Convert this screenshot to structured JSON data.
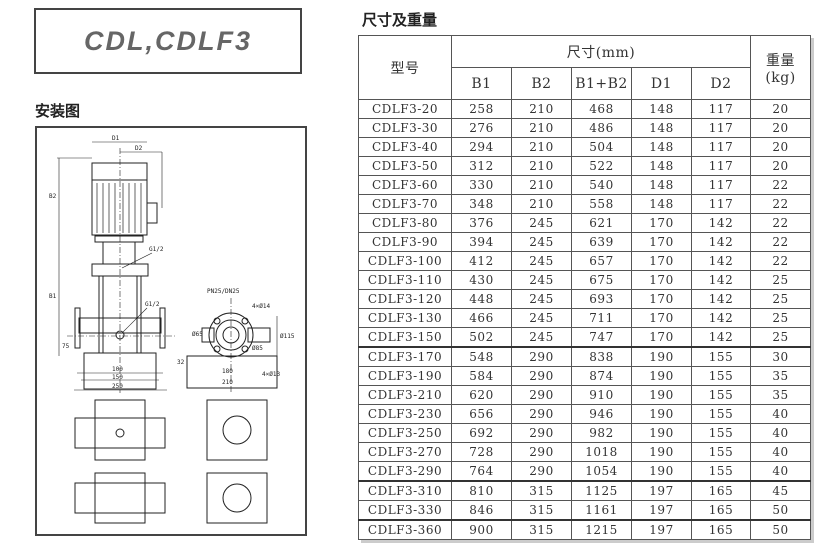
{
  "title": "CDL,CDLF3",
  "install_heading": "安装图",
  "table_heading": "尺寸及重量",
  "drawing_labels": {
    "d1": "D1",
    "d2": "D2",
    "b1": "B1",
    "b2": "B2",
    "g1": "G1/2",
    "g2": "G1/2",
    "flange": "PN25/DN25",
    "holes14": "4×Ø14",
    "holes13": "4×Ø13",
    "w100": "100",
    "w150": "150",
    "w250": "250",
    "h75": "75",
    "h32": "32",
    "w180": "180",
    "w210": "210",
    "d65": "Ø65",
    "d85": "Ø85",
    "d115": "Ø115"
  },
  "table": {
    "headers": {
      "model": "型号",
      "dims": "尺寸(mm)",
      "weight": "重量\n(kg)",
      "cols": [
        "B1",
        "B2",
        "B1+B2",
        "D1",
        "D2"
      ]
    },
    "rows": [
      [
        "CDLF3-20",
        "258",
        "210",
        "468",
        "148",
        "117",
        "20"
      ],
      [
        "CDLF3-30",
        "276",
        "210",
        "486",
        "148",
        "117",
        "20"
      ],
      [
        "CDLF3-40",
        "294",
        "210",
        "504",
        "148",
        "117",
        "20"
      ],
      [
        "CDLF3-50",
        "312",
        "210",
        "522",
        "148",
        "117",
        "20"
      ],
      [
        "CDLF3-60",
        "330",
        "210",
        "540",
        "148",
        "117",
        "22"
      ],
      [
        "CDLF3-70",
        "348",
        "210",
        "558",
        "148",
        "117",
        "22"
      ],
      [
        "CDLF3-80",
        "376",
        "245",
        "621",
        "170",
        "142",
        "22"
      ],
      [
        "CDLF3-90",
        "394",
        "245",
        "639",
        "170",
        "142",
        "22"
      ],
      [
        "CDLF3-100",
        "412",
        "245",
        "657",
        "170",
        "142",
        "22"
      ],
      [
        "CDLF3-110",
        "430",
        "245",
        "675",
        "170",
        "142",
        "25"
      ],
      [
        "CDLF3-120",
        "448",
        "245",
        "693",
        "170",
        "142",
        "25"
      ],
      [
        "CDLF3-130",
        "466",
        "245",
        "711",
        "170",
        "142",
        "25"
      ],
      [
        "CDLF3-150",
        "502",
        "245",
        "747",
        "170",
        "142",
        "25"
      ],
      [
        "CDLF3-170",
        "548",
        "290",
        "838",
        "190",
        "155",
        "30"
      ],
      [
        "CDLF3-190",
        "584",
        "290",
        "874",
        "190",
        "155",
        "35"
      ],
      [
        "CDLF3-210",
        "620",
        "290",
        "910",
        "190",
        "155",
        "35"
      ],
      [
        "CDLF3-230",
        "656",
        "290",
        "946",
        "190",
        "155",
        "40"
      ],
      [
        "CDLF3-250",
        "692",
        "290",
        "982",
        "190",
        "155",
        "40"
      ],
      [
        "CDLF3-270",
        "728",
        "290",
        "1018",
        "190",
        "155",
        "40"
      ],
      [
        "CDLF3-290",
        "764",
        "290",
        "1054",
        "190",
        "155",
        "40"
      ],
      [
        "CDLF3-310",
        "810",
        "315",
        "1125",
        "197",
        "165",
        "45"
      ],
      [
        "CDLF3-330",
        "846",
        "315",
        "1161",
        "197",
        "165",
        "50"
      ],
      [
        "CDLF3-360",
        "900",
        "315",
        "1215",
        "197",
        "165",
        "50"
      ]
    ]
  }
}
